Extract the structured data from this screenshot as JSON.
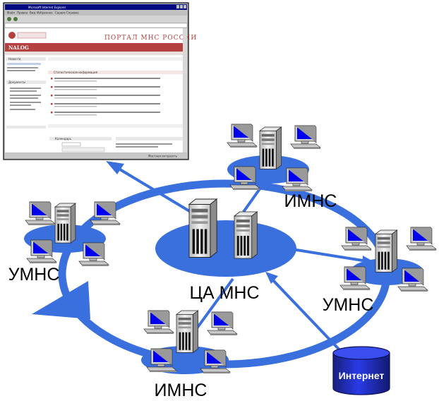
{
  "labels": {
    "center": "ЦА МНС",
    "top_right": "ИМНС",
    "left": "УМНС",
    "right": "УМНС",
    "bottom": "ИМНС",
    "internet": "Интернет"
  },
  "browser": {
    "title": "Microsoft Internet Explorer",
    "menu": [
      "Файл",
      "Правка",
      "Вид",
      "Избранное",
      "Сервис",
      "Справка"
    ],
    "portal_title": "ПОРТАЛ МНС РОССИИ",
    "logo_text": "NALOG",
    "section_title": "Статистическая информация",
    "news_title": "Новости",
    "documents_title": "Документы",
    "calendar_title": "Календарь",
    "status": "Местная интрасеть"
  },
  "colors": {
    "ring": "#3a6fde",
    "hub": "#3a6fde",
    "monitor_screen": "#0000ee",
    "internet": "#1f2fd6",
    "brand": "#b54040"
  }
}
